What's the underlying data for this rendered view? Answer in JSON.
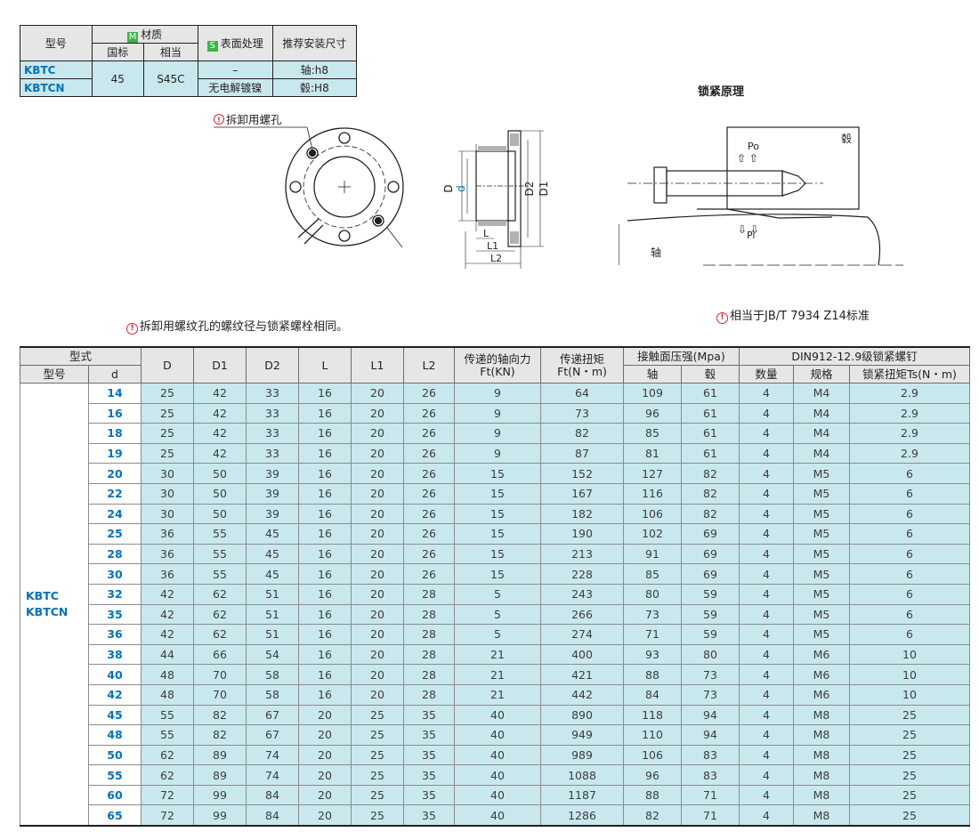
{
  "material_table": {
    "h_model": "型号",
    "h_material": "材质",
    "h_material_tag": "M",
    "h_national": "国标",
    "h_equivalent": "相当",
    "h_surface": "表面处理",
    "h_surface_tag": "S",
    "h_fit": "推荐安装尺寸",
    "model_1": "KBTC",
    "model_2": "KBTCN",
    "national": "45",
    "equivalent": "S45C",
    "surface_1": "–",
    "surface_2": "无电解镀镍",
    "fit_1": "轴:h8",
    "fit_2": "毂:H8"
  },
  "drawing": {
    "removal_hole_label": "拆卸用螺孔",
    "dim_D": "D",
    "dim_d": "d",
    "dim_D2": "D2",
    "dim_D1": "D1",
    "dim_L": "L",
    "dim_L1": "L1",
    "dim_L2": "L2",
    "principle_title": "锁紧原理",
    "hub_label": "毂",
    "shaft_label": "轴",
    "po_label": "Po",
    "pi_label": "Pi"
  },
  "notes": {
    "removal_note": "拆卸用螺纹孔的螺纹径与锁紧螺栓相同。",
    "standard_note": "相当于JB/T 7934 Z14标准"
  },
  "main_table": {
    "headers": {
      "type": "型式",
      "model": "型号",
      "d": "d",
      "D": "D",
      "D1": "D1",
      "D2": "D2",
      "L": "L",
      "L1": "L1",
      "L2": "L2",
      "axial_force_1": "传递的轴向力",
      "axial_force_2": "Ft(KN)",
      "torque_1": "传递扭矩",
      "torque_2": "Ft(N・m)",
      "pressure": "接触面压强(Mpa)",
      "pressure_shaft": "轴",
      "pressure_hub": "毂",
      "screw": "DIN912-12.9级锁紧螺钉",
      "screw_qty": "数量",
      "screw_spec": "规格",
      "screw_torque": "锁紧扭矩Ts(N・m)"
    },
    "model_1": "KBTC",
    "model_2": "KBTCN",
    "rows": [
      [
        "14",
        "25",
        "42",
        "33",
        "16",
        "20",
        "26",
        "9",
        "64",
        "109",
        "61",
        "4",
        "M4",
        "2.9"
      ],
      [
        "16",
        "25",
        "42",
        "33",
        "16",
        "20",
        "26",
        "9",
        "73",
        "96",
        "61",
        "4",
        "M4",
        "2.9"
      ],
      [
        "18",
        "25",
        "42",
        "33",
        "16",
        "20",
        "26",
        "9",
        "82",
        "85",
        "61",
        "4",
        "M4",
        "2.9"
      ],
      [
        "19",
        "25",
        "42",
        "33",
        "16",
        "20",
        "26",
        "9",
        "87",
        "81",
        "61",
        "4",
        "M4",
        "2.9"
      ],
      [
        "20",
        "30",
        "50",
        "39",
        "16",
        "20",
        "26",
        "15",
        "152",
        "127",
        "82",
        "4",
        "M5",
        "6"
      ],
      [
        "22",
        "30",
        "50",
        "39",
        "16",
        "20",
        "26",
        "15",
        "167",
        "116",
        "82",
        "4",
        "M5",
        "6"
      ],
      [
        "24",
        "30",
        "50",
        "39",
        "16",
        "20",
        "26",
        "15",
        "182",
        "106",
        "82",
        "4",
        "M5",
        "6"
      ],
      [
        "25",
        "36",
        "55",
        "45",
        "16",
        "20",
        "26",
        "15",
        "190",
        "102",
        "69",
        "4",
        "M5",
        "6"
      ],
      [
        "28",
        "36",
        "55",
        "45",
        "16",
        "20",
        "26",
        "15",
        "213",
        "91",
        "69",
        "4",
        "M5",
        "6"
      ],
      [
        "30",
        "36",
        "55",
        "45",
        "16",
        "20",
        "26",
        "15",
        "228",
        "85",
        "69",
        "4",
        "M5",
        "6"
      ],
      [
        "32",
        "42",
        "62",
        "51",
        "16",
        "20",
        "28",
        "5",
        "243",
        "80",
        "59",
        "4",
        "M5",
        "6"
      ],
      [
        "35",
        "42",
        "62",
        "51",
        "16",
        "20",
        "28",
        "5",
        "266",
        "73",
        "59",
        "4",
        "M5",
        "6"
      ],
      [
        "36",
        "42",
        "62",
        "51",
        "16",
        "20",
        "28",
        "5",
        "274",
        "71",
        "59",
        "4",
        "M5",
        "6"
      ],
      [
        "38",
        "44",
        "66",
        "54",
        "16",
        "20",
        "28",
        "21",
        "400",
        "93",
        "80",
        "4",
        "M6",
        "10"
      ],
      [
        "40",
        "48",
        "70",
        "58",
        "16",
        "20",
        "28",
        "21",
        "421",
        "88",
        "73",
        "4",
        "M6",
        "10"
      ],
      [
        "42",
        "48",
        "70",
        "58",
        "16",
        "20",
        "28",
        "21",
        "442",
        "84",
        "73",
        "4",
        "M6",
        "10"
      ],
      [
        "45",
        "55",
        "82",
        "67",
        "20",
        "25",
        "35",
        "40",
        "890",
        "118",
        "94",
        "4",
        "M8",
        "25"
      ],
      [
        "48",
        "55",
        "82",
        "67",
        "20",
        "25",
        "35",
        "40",
        "949",
        "110",
        "94",
        "4",
        "M8",
        "25"
      ],
      [
        "50",
        "62",
        "89",
        "74",
        "20",
        "25",
        "35",
        "40",
        "989",
        "106",
        "83",
        "4",
        "M8",
        "25"
      ],
      [
        "55",
        "62",
        "89",
        "74",
        "20",
        "25",
        "35",
        "40",
        "1088",
        "96",
        "83",
        "4",
        "M8",
        "25"
      ],
      [
        "60",
        "72",
        "99",
        "84",
        "20",
        "25",
        "35",
        "40",
        "1187",
        "88",
        "71",
        "4",
        "M8",
        "25"
      ],
      [
        "65",
        "72",
        "99",
        "84",
        "20",
        "25",
        "35",
        "40",
        "1286",
        "82",
        "71",
        "4",
        "M8",
        "25"
      ]
    ]
  }
}
